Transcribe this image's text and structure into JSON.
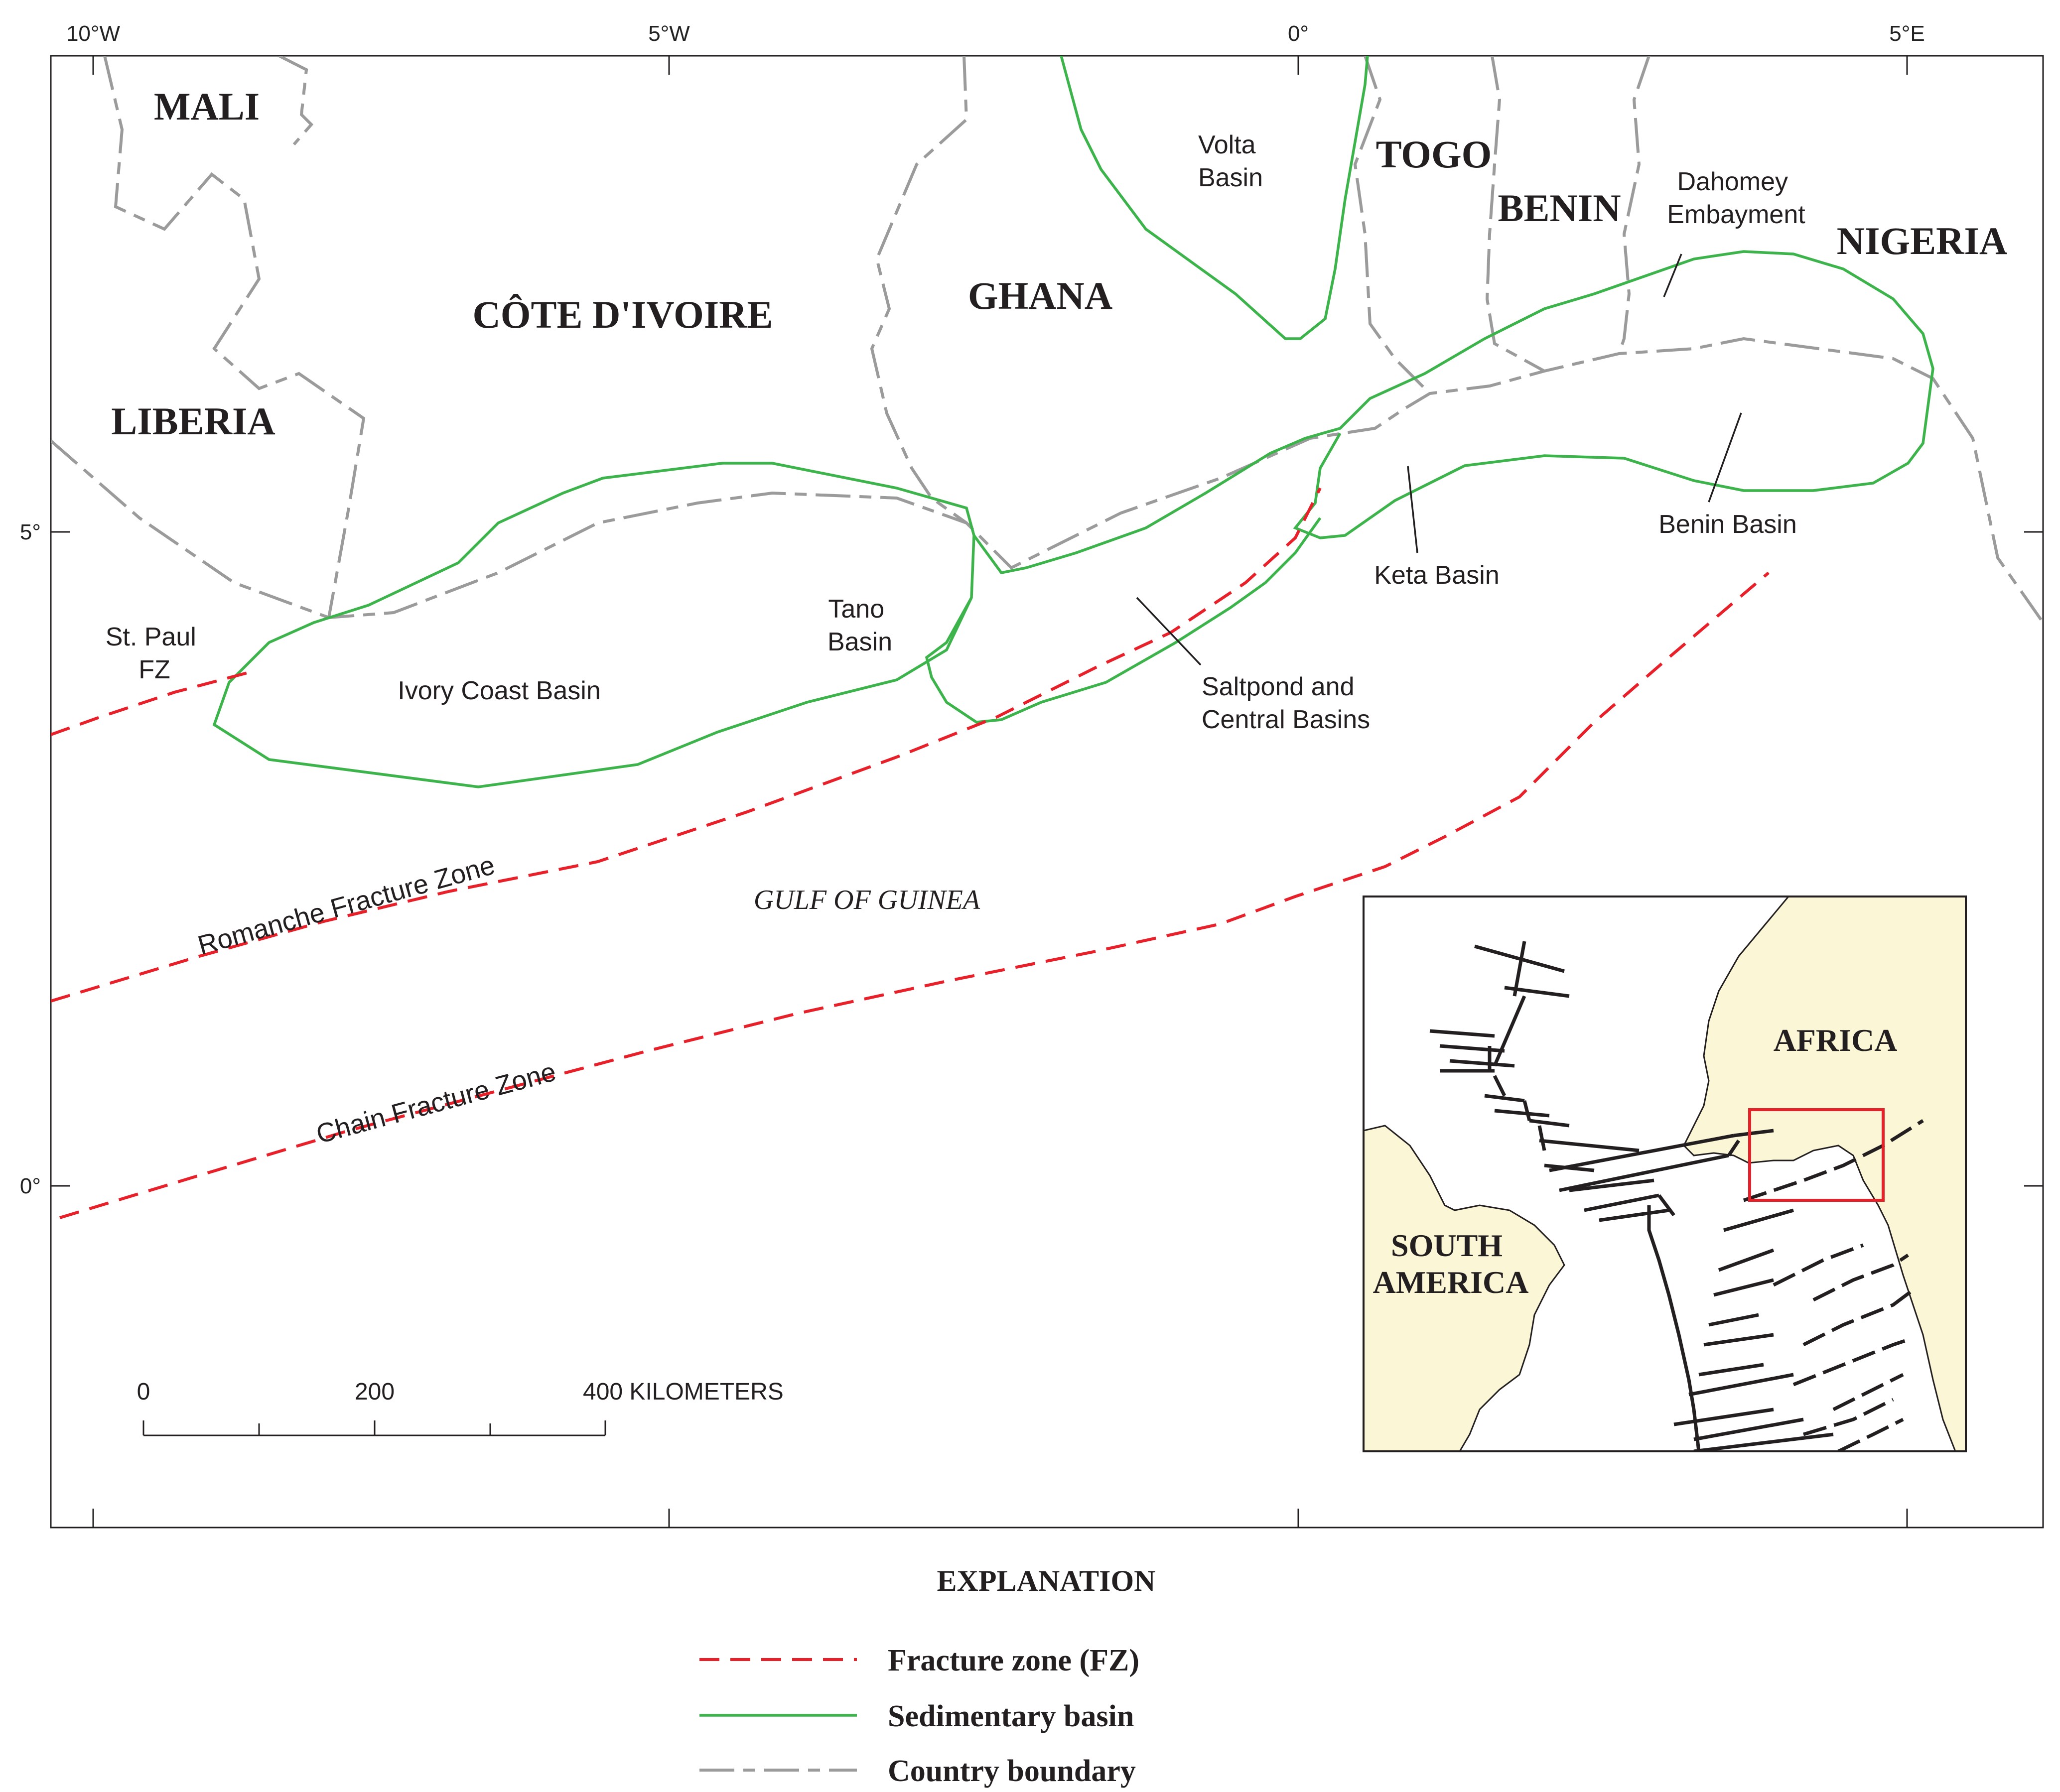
{
  "map": {
    "graticule": {
      "longitude_labels": [
        "10°W",
        "5°W",
        "0°",
        "5°E"
      ],
      "latitude_labels": [
        "5°",
        "0°"
      ]
    },
    "countries": {
      "mali": "MALI",
      "liberia": "LIBERIA",
      "cote_divoire": "CÔTE D'IVOIRE",
      "ghana": "GHANA",
      "togo": "TOGO",
      "benin": "BENIN",
      "nigeria": "NIGERIA"
    },
    "basins": {
      "volta": [
        "Volta",
        "Basin"
      ],
      "dahomey": [
        "Dahomey",
        "Embayment"
      ],
      "tano": [
        "Tano",
        "Basin"
      ],
      "ivory_coast": "Ivory Coast Basin",
      "saltpond": [
        "Saltpond and",
        "Central Basins"
      ],
      "keta": "Keta Basin",
      "benin": "Benin Basin"
    },
    "fracture_zones": {
      "st_paul": [
        "St. Paul",
        "FZ"
      ],
      "romanche": "Romanche Fracture Zone",
      "chain": "Chain Fracture Zone"
    },
    "sea": "GULF OF GUINEA",
    "scale_bar": {
      "labels": [
        "0",
        "200",
        "400 KILOMETERS"
      ]
    },
    "colors": {
      "fracture_zone": "#e8202a",
      "sedimentary_basin": "#3cb44b",
      "country_boundary": "#9b9b9b",
      "land_inset": "#fbf6d5",
      "inset_box": "#e8202a"
    }
  },
  "inset": {
    "africa": "AFRICA",
    "south_america": [
      "SOUTH",
      "AMERICA"
    ]
  },
  "legend": {
    "title": "EXPLANATION",
    "items": [
      {
        "label": "Fracture zone (FZ)",
        "symbol": "red-dashed-line"
      },
      {
        "label": "Sedimentary basin",
        "symbol": "green-solid-line"
      },
      {
        "label": "Country boundary",
        "symbol": "gray-dash-dot-line"
      }
    ]
  }
}
